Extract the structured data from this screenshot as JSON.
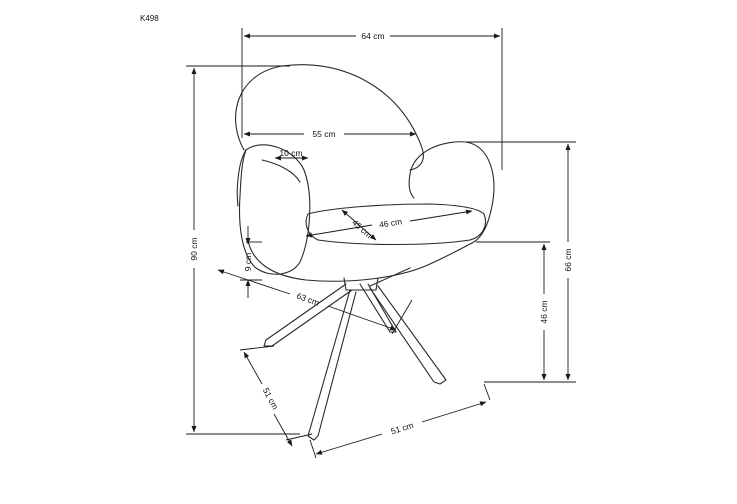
{
  "product_code": "K498",
  "dimensions": {
    "overall_width": "64 cm",
    "back_width": "55 cm",
    "armrest_thickness": "10 cm",
    "overall_height": "90 cm",
    "armrest_height": "66 cm",
    "seat_height": "46 cm",
    "seat_depth": "45 cm",
    "seat_width": "46 cm",
    "seat_thickness": "9 cm",
    "total_depth": "63 cm",
    "base_depth": "51 cm",
    "base_width": "51 cm"
  },
  "colors": {
    "line": "#2a2a2a",
    "background": "#ffffff"
  }
}
